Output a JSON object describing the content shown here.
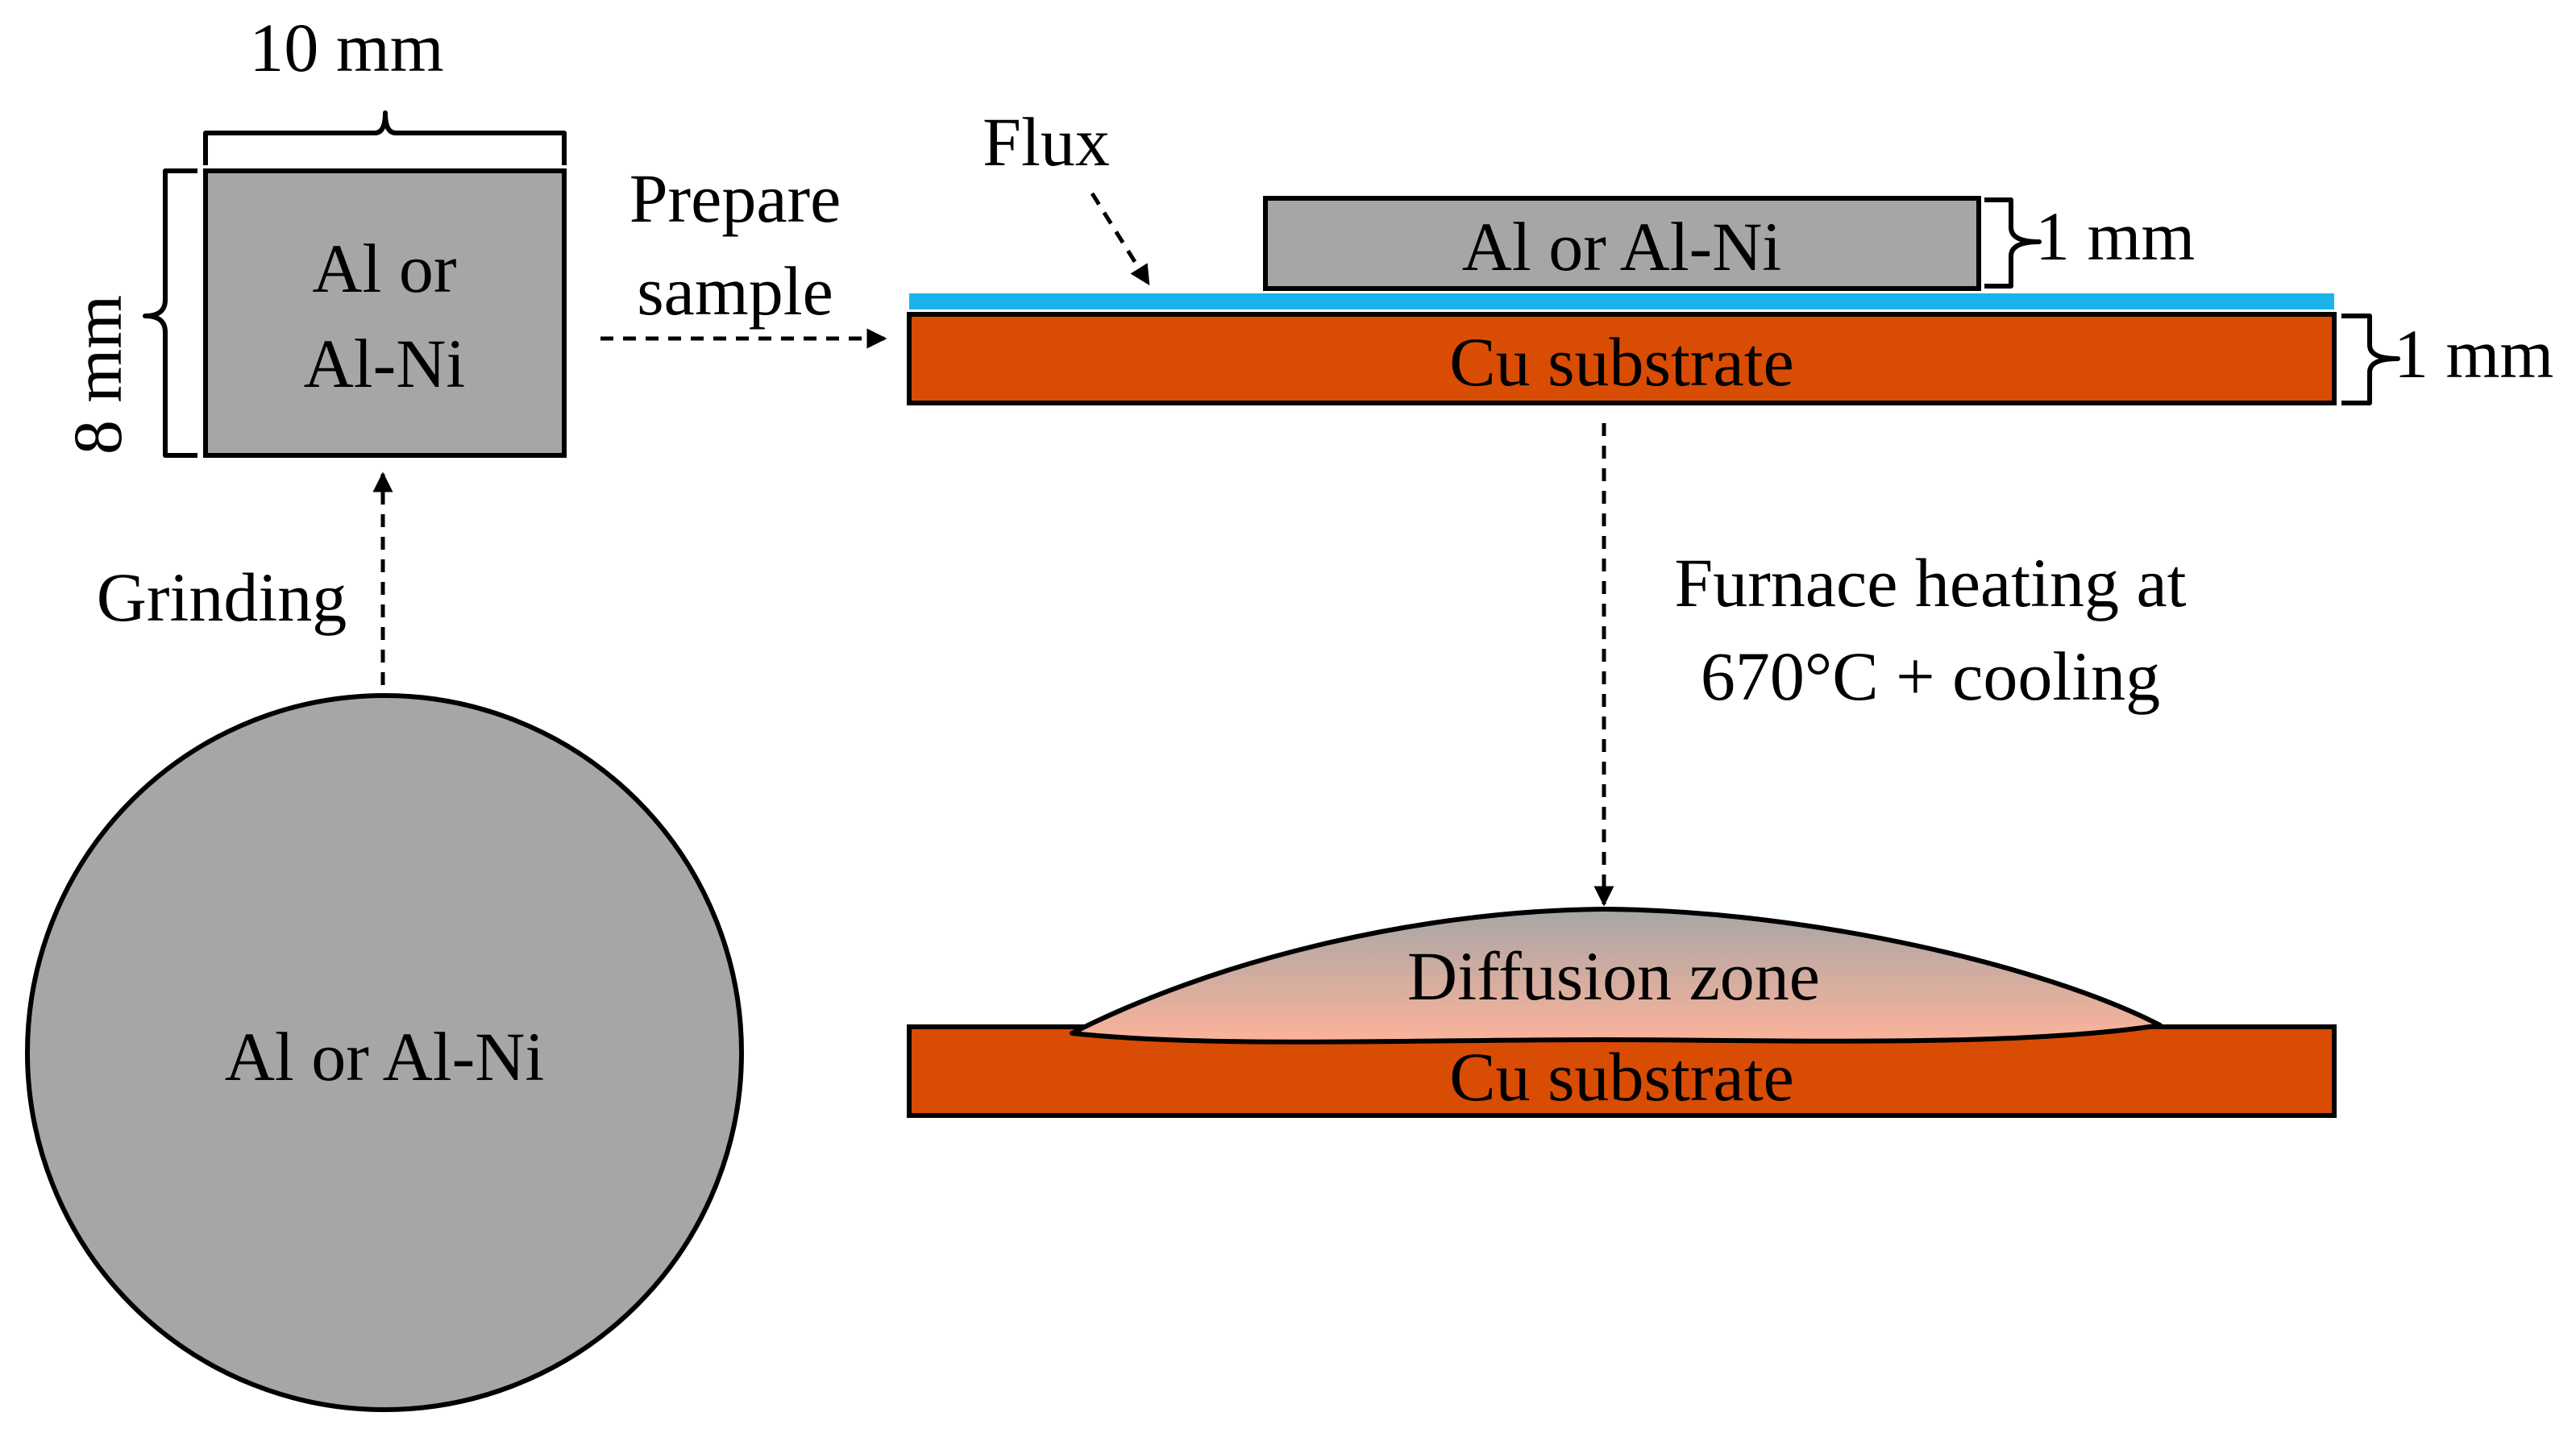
{
  "labels": {
    "width_dim": "10 mm",
    "height_dim": "8 mm",
    "sample_line1": "Al or",
    "sample_line2": "Al-Ni",
    "prepare_line1": "Prepare",
    "prepare_line2": "sample",
    "flux": "Flux",
    "sample_on_substrate": "Al or Al-Ni",
    "sample_thickness": "1 mm",
    "substrate_top": "Cu substrate",
    "substrate_thickness": "1 mm",
    "furnace_line1": "Furnace heating at",
    "furnace_line2": "670°C + cooling",
    "grinding": "Grinding",
    "ingot": "Al or Al-Ni",
    "diffusion_zone": "Diffusion zone",
    "substrate_bottom": "Cu substrate"
  },
  "colors": {
    "aluminum": "#a6a6a6",
    "copper": "#d94c04",
    "flux": "#1ab4ea",
    "diffusion_top": "#a6a6a6",
    "diffusion_bottom": "#fcb39a"
  }
}
